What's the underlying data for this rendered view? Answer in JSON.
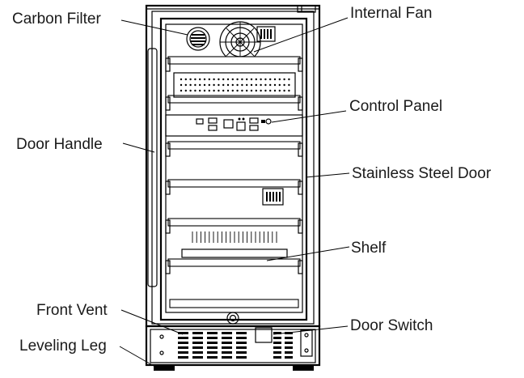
{
  "labels": {
    "carbon_filter": "Carbon Filter",
    "internal_fan": "Internal Fan",
    "control_panel": "Control Panel",
    "door_handle": "Door Handle",
    "stainless_steel_door": "Stainless Steel Door",
    "shelf": "Shelf",
    "front_vent": "Front Vent",
    "door_switch": "Door Switch",
    "leveling_leg": "Leveling Leg"
  },
  "colors": {
    "line": "#000000",
    "text": "#1a1a1a",
    "background": "#ffffff"
  }
}
